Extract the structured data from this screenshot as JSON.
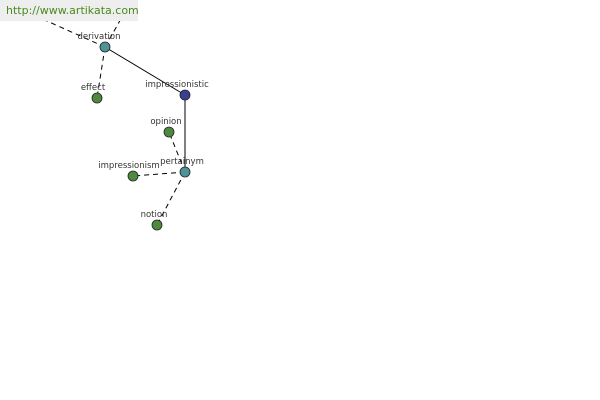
{
  "banner": {
    "url": "http://www.artikata.com"
  },
  "colors": {
    "central_node": "#3a3f94",
    "relation_node": "#4f9497",
    "word_node": "#4d8a3f",
    "node_stroke": "#222222",
    "edge": "#000000",
    "label": "#333333"
  },
  "graph": {
    "nodes": [
      {
        "id": "derivation",
        "label": "derivation",
        "kind": "relation"
      },
      {
        "id": "effect",
        "label": "effect",
        "kind": "word"
      },
      {
        "id": "impressionistic",
        "label": "impressionistic",
        "kind": "central"
      },
      {
        "id": "opinion",
        "label": "opinion",
        "kind": "word"
      },
      {
        "id": "pertainym",
        "label": "pertainym",
        "kind": "relation"
      },
      {
        "id": "impressionism",
        "label": "impressionism",
        "kind": "word"
      },
      {
        "id": "notion",
        "label": "notion",
        "kind": "word"
      }
    ],
    "edges": [
      {
        "from": "impressionistic",
        "to": "derivation",
        "style": "solid"
      },
      {
        "from": "impressionistic",
        "to": "pertainym",
        "style": "solid"
      },
      {
        "from": "derivation",
        "to": "effect",
        "style": "dashed"
      },
      {
        "from": "derivation",
        "to": "offscreen-left",
        "style": "dashed"
      },
      {
        "from": "derivation",
        "to": "offscreen-right",
        "style": "dashed"
      },
      {
        "from": "pertainym",
        "to": "opinion",
        "style": "dashed"
      },
      {
        "from": "pertainym",
        "to": "impressionism",
        "style": "dashed"
      },
      {
        "from": "pertainym",
        "to": "notion",
        "style": "dashed"
      }
    ]
  }
}
